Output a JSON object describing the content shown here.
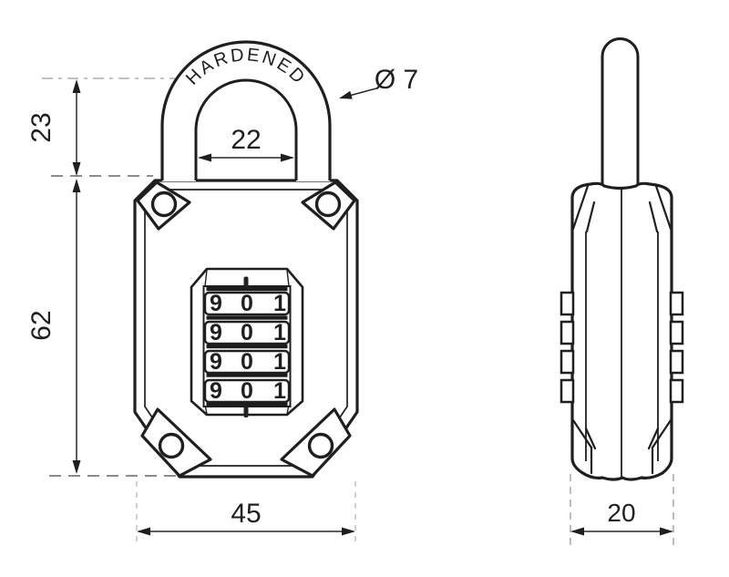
{
  "colors": {
    "line": "#1f1f1f",
    "background": "#ffffff",
    "dash_light": "#aeaeae",
    "dash_mid": "#8c8c8c"
  },
  "labels": {
    "shackle_engraving": "HARDENED",
    "shackle_diameter": "Ø 7",
    "shackle_inner_width": "22",
    "shackle_clearance_height": "23",
    "body_height": "62",
    "body_width": "45",
    "body_depth": "20"
  },
  "dials": {
    "rows": [
      {
        "digits": [
          "9",
          "0",
          "1"
        ]
      },
      {
        "digits": [
          "9",
          "0",
          "1"
        ]
      },
      {
        "digits": [
          "9",
          "0",
          "1"
        ]
      },
      {
        "digits": [
          "9",
          "0",
          "1"
        ]
      }
    ]
  }
}
